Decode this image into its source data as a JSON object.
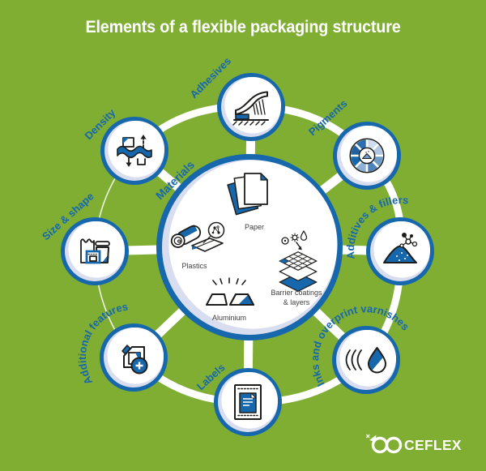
{
  "title": "Elements of a flexible packaging structure",
  "colors": {
    "background": "#7FAE33",
    "primary_blue": "#1767AC",
    "outline": "#1D1D1B",
    "circle_shade": "#D9DDF0",
    "label_gray": "#3E3E3D",
    "title_color": "#FFFFFF"
  },
  "center": {
    "label": "Materials",
    "items": [
      {
        "label": "Paper"
      },
      {
        "label": "Plastics"
      },
      {
        "label": "Aluminium"
      },
      {
        "label": "Barrier coatings",
        "label2": "& layers"
      }
    ]
  },
  "satellites": [
    {
      "label": "Density"
    },
    {
      "label": "Adhesives"
    },
    {
      "label": "Pigments"
    },
    {
      "label": "Additives & fillers"
    },
    {
      "label": "Inks and overprint varnishes"
    },
    {
      "label": "Labels"
    },
    {
      "label": "Additional features"
    },
    {
      "label": "Size & shape"
    }
  ],
  "logo": {
    "brand": "CEFLEX"
  }
}
